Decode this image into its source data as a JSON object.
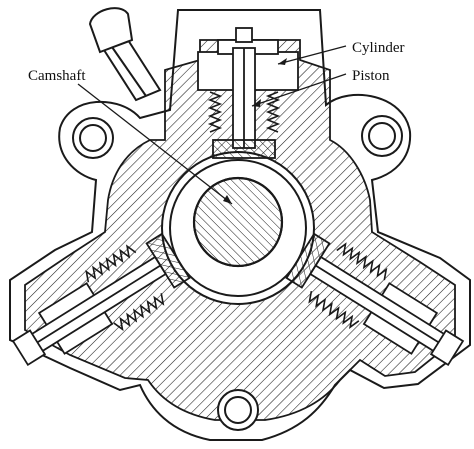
{
  "labels": {
    "cylinder": "Cylinder",
    "piston": "Piston",
    "camshaft": "Camshaft"
  },
  "colors": {
    "ink": "#1a1a1a",
    "paper": "#ffffff"
  }
}
